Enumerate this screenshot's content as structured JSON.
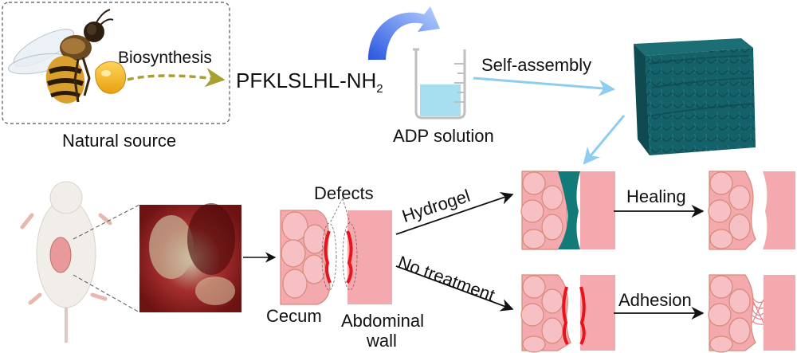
{
  "source_box": {
    "caption": "Natural source",
    "arrow_label": "Biosynthesis"
  },
  "peptide": {
    "prefix": "PFKLSLHL-NH",
    "subscript": "2"
  },
  "solution": {
    "label": "ADP solution"
  },
  "assembly": {
    "label": "Self-assembly"
  },
  "injury": {
    "defects_label": "Defects",
    "cecum_label": "Cecum",
    "wall_label_line1": "Abdominal",
    "wall_label_line2": "wall"
  },
  "branches": {
    "treated": {
      "label": "Hydrogel",
      "outcome": "Healing"
    },
    "untreated": {
      "label": "No treatment",
      "outcome": "Adhesion"
    }
  },
  "colors": {
    "tissue_fill": "#f4a9ae",
    "cell_fill": "#f7c0c4",
    "outline": "#d68a78",
    "hydrogel": "#127a78",
    "blood": "#e8141c",
    "arrow_blue": "#8ecdf0",
    "arrow_olive": "#a8a030"
  }
}
